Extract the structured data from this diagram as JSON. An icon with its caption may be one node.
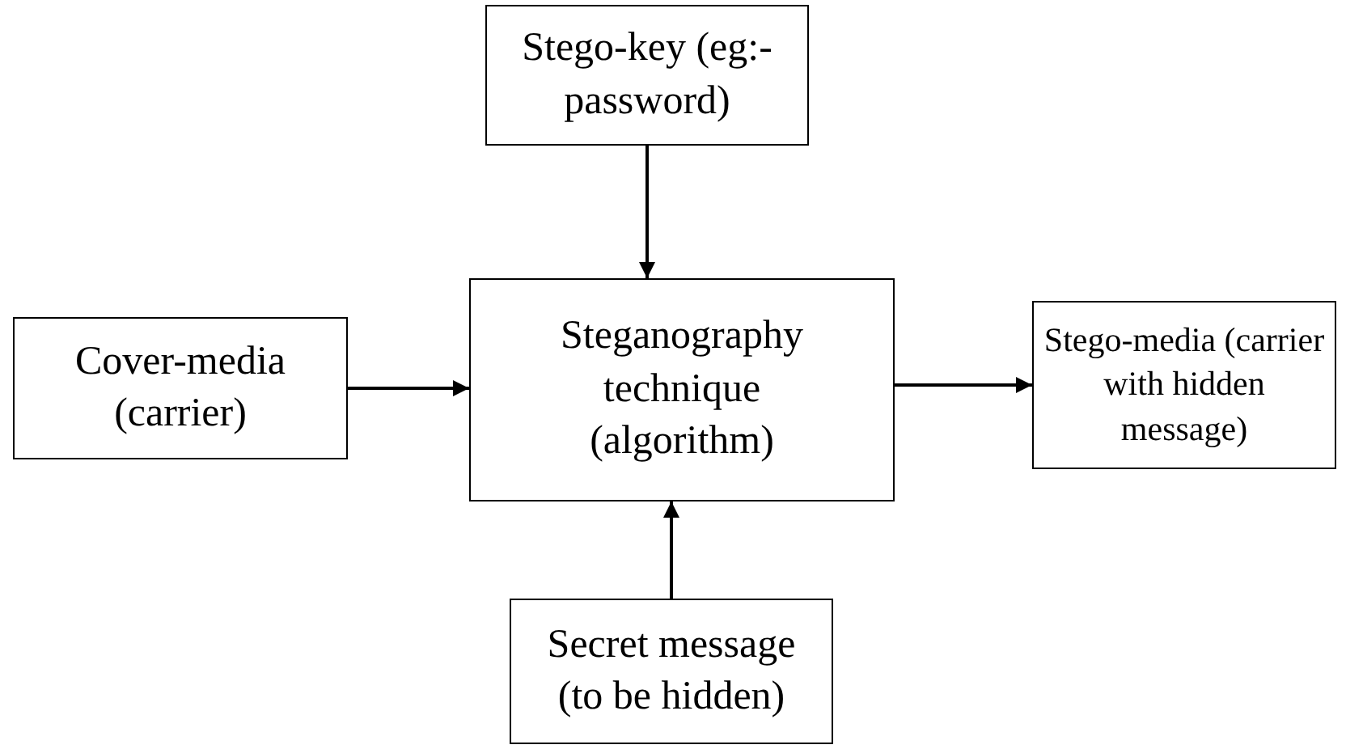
{
  "diagram": {
    "nodes": [
      {
        "text": [
          "Stego-key (eg:- password)"
        ]
      },
      {
        "text": [
          "Cover-media (carrier)"
        ]
      },
      {
        "text": [
          "Steganography technique (algorithm)"
        ]
      },
      {
        "text": [
          "Stego-media (carrier with hidden message)"
        ]
      },
      {
        "text": [
          "Secret message (to be hidden)"
        ]
      }
    ],
    "edges": [
      {
        "from": 0,
        "to": 2,
        "arrow": "to"
      },
      {
        "from": 1,
        "to": 2,
        "arrow": "to"
      },
      {
        "from": 2,
        "to": 3,
        "arrow": "to"
      },
      {
        "from": 4,
        "to": 2,
        "arrow": "to"
      }
    ]
  }
}
